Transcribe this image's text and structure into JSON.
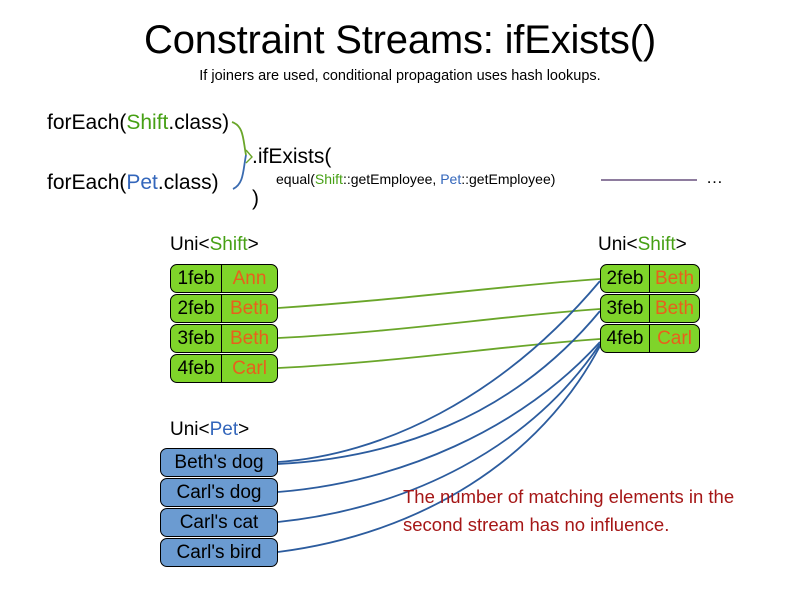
{
  "slide": {
    "title": "Constraint Streams: ifExists()",
    "subtitle": "If joiners are used, conditional propagation uses hash lookups.",
    "colors": {
      "shift_green": "#46A014",
      "pet_blue": "#3366BB",
      "box_green": "#7FD42A",
      "box_blue": "#6B9BD1",
      "value_orange": "#E8601C",
      "note_red": "#A51616",
      "wire_green": "#6AA62A",
      "wire_blue": "#2C5C9E",
      "connector_purple": "#8E7C9E"
    }
  },
  "code": {
    "foreach_shift": {
      "prefix": "forEach(",
      "type": "Shift",
      "suffix": ".class)"
    },
    "foreach_pet": {
      "prefix": "forEach(",
      "type": "Pet",
      "suffix": ".class)"
    },
    "if_exists": ".ifExists(",
    "equal": {
      "prefix": "equal(",
      "left_type": "Shift",
      "left_method": "::getEmployee, ",
      "right_type": "Pet",
      "right_method": "::getEmployee)"
    },
    "close_paren": ")",
    "ellipsis": "…"
  },
  "streams": {
    "left_shift": {
      "label_prefix": "Uni<",
      "label_type": "Shift",
      "label_suffix": ">",
      "rows": [
        {
          "key": "1feb",
          "value": "Ann"
        },
        {
          "key": "2feb",
          "value": "Beth"
        },
        {
          "key": "3feb",
          "value": "Beth"
        },
        {
          "key": "4feb",
          "value": "Carl"
        }
      ]
    },
    "right_shift": {
      "label_prefix": "Uni<",
      "label_type": "Shift",
      "label_suffix": ">",
      "rows": [
        {
          "key": "2feb",
          "value": "Beth"
        },
        {
          "key": "3feb",
          "value": "Beth"
        },
        {
          "key": "4feb",
          "value": "Carl"
        }
      ]
    },
    "pet": {
      "label_prefix": "Uni<",
      "label_type": "Pet",
      "label_suffix": ">",
      "rows": [
        {
          "value": "Beth's dog"
        },
        {
          "value": "Carl's dog"
        },
        {
          "value": "Carl's cat"
        },
        {
          "value": "Carl's bird"
        }
      ]
    }
  },
  "note": "The number of matching elements in the second stream has no influence."
}
